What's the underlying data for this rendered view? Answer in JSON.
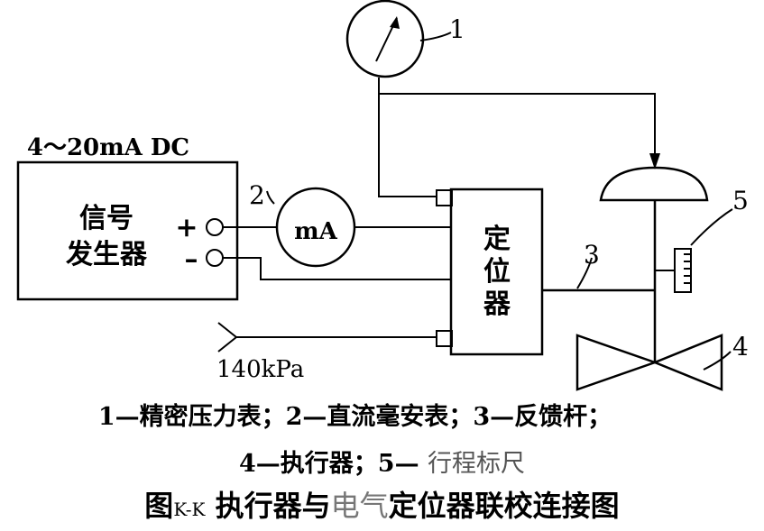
{
  "labels": {
    "signal_range": "4～20mA DC",
    "signal_gen_line1": "信号",
    "signal_gen_line2": "发生器",
    "plus": "+",
    "minus": "–",
    "milliammeter": "mA",
    "positioner_1": "定",
    "positioner_2": "位",
    "positioner_3": "器",
    "air_supply": "140kPa",
    "num_1": "1",
    "num_2": "2",
    "num_3": "3",
    "num_4": "4",
    "num_5": "5"
  },
  "legend": {
    "line1": "1—精密压力表；2—直流毫安表；3—反馈杆；",
    "line2_bold": "4—执行器；5— ",
    "line2_light": "行程标尺"
  },
  "title": {
    "prefix": "图",
    "tag": "K-K",
    "part1": " 执行器与",
    "part_light": "电气",
    "part2": "定位器联校连接图"
  }
}
